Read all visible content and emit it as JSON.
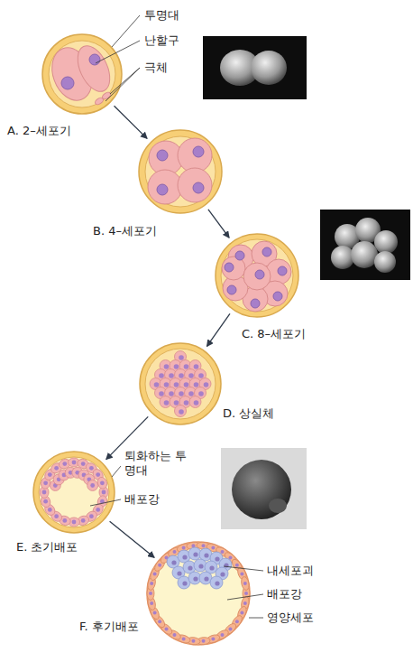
{
  "diagram": {
    "nodes": [
      {
        "text": [
          "A. 2–세포기"
        ]
      },
      {
        "text": [
          "B. 4–세포기"
        ]
      },
      {
        "text": [
          "C. 8–세포기"
        ]
      },
      {
        "text": [
          "D. 상실체"
        ]
      },
      {
        "text": [
          "E. 초기배포"
        ]
      },
      {
        "text": [
          "F. 후기배포"
        ]
      }
    ],
    "edges": [
      {
        "from": 0,
        "to": 1,
        "arrow": "to"
      },
      {
        "from": 1,
        "to": 2,
        "arrow": "to"
      },
      {
        "from": 2,
        "to": 3,
        "arrow": "to"
      },
      {
        "from": 3,
        "to": 4,
        "arrow": "to"
      },
      {
        "from": 4,
        "to": 5,
        "arrow": "to"
      }
    ],
    "labels": [
      "투명대",
      "난할구",
      "극체",
      "퇴화하는 투명대",
      "배포강",
      "내세포괴",
      "배포강",
      "영양세포"
    ]
  }
}
